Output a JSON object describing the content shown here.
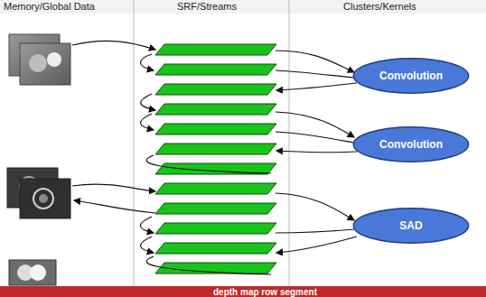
{
  "diagram": {
    "nodes": [
      {
        "text": [
          "Convolution"
        ]
      },
      {
        "text": [
          "Convolution"
        ]
      },
      {
        "text": [
          "SAD"
        ]
      }
    ],
    "labels": [
      "Memory/Global Data",
      "SRF/Streams",
      "Clusters/Kernels",
      "depth map row segment"
    ]
  }
}
